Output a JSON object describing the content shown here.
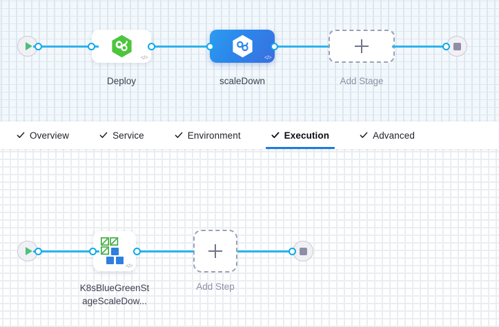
{
  "app": {
    "title": "Pipeline Studio — Execution",
    "accent_color": "#1d7ae0",
    "link_color": "#2bb3ef",
    "port_color": "#0fa9e6",
    "stage_canvas_bg": "#f3f8fc",
    "step_canvas_bg": "#ffffff"
  },
  "stage_canvas": {
    "start_node": {
      "icon": "play-icon",
      "label": ""
    },
    "end_node": {
      "icon": "stop-icon",
      "label": ""
    },
    "stages": [
      {
        "label": "Deploy",
        "icon": "harness-hexagon-green-icon",
        "code_badge": "</>",
        "selected": false
      },
      {
        "label": "scaleDown",
        "icon": "harness-hexagon-white-icon",
        "code_badge": "</>",
        "selected": true
      }
    ],
    "add_stage": {
      "label": "Add Stage",
      "icon": "plus-icon"
    }
  },
  "tabs": {
    "items": [
      {
        "label": "Overview",
        "icon": "check-icon",
        "active": false
      },
      {
        "label": "Service",
        "icon": "check-icon",
        "active": false
      },
      {
        "label": "Environment",
        "icon": "check-icon",
        "active": false
      },
      {
        "label": "Execution",
        "icon": "check-icon",
        "active": true
      },
      {
        "label": "Advanced",
        "icon": "check-icon",
        "active": false
      }
    ]
  },
  "step_canvas": {
    "start_node": {
      "icon": "play-icon"
    },
    "end_node": {
      "icon": "stop-icon"
    },
    "steps": [
      {
        "label_line1": "K8sBlueGreenSt",
        "label_line2": "ageScaleDow...",
        "icon": "k8s-blue-green-squares-icon",
        "code_badge": "</>"
      }
    ],
    "add_step": {
      "label": "Add Step",
      "icon": "plus-icon"
    }
  }
}
